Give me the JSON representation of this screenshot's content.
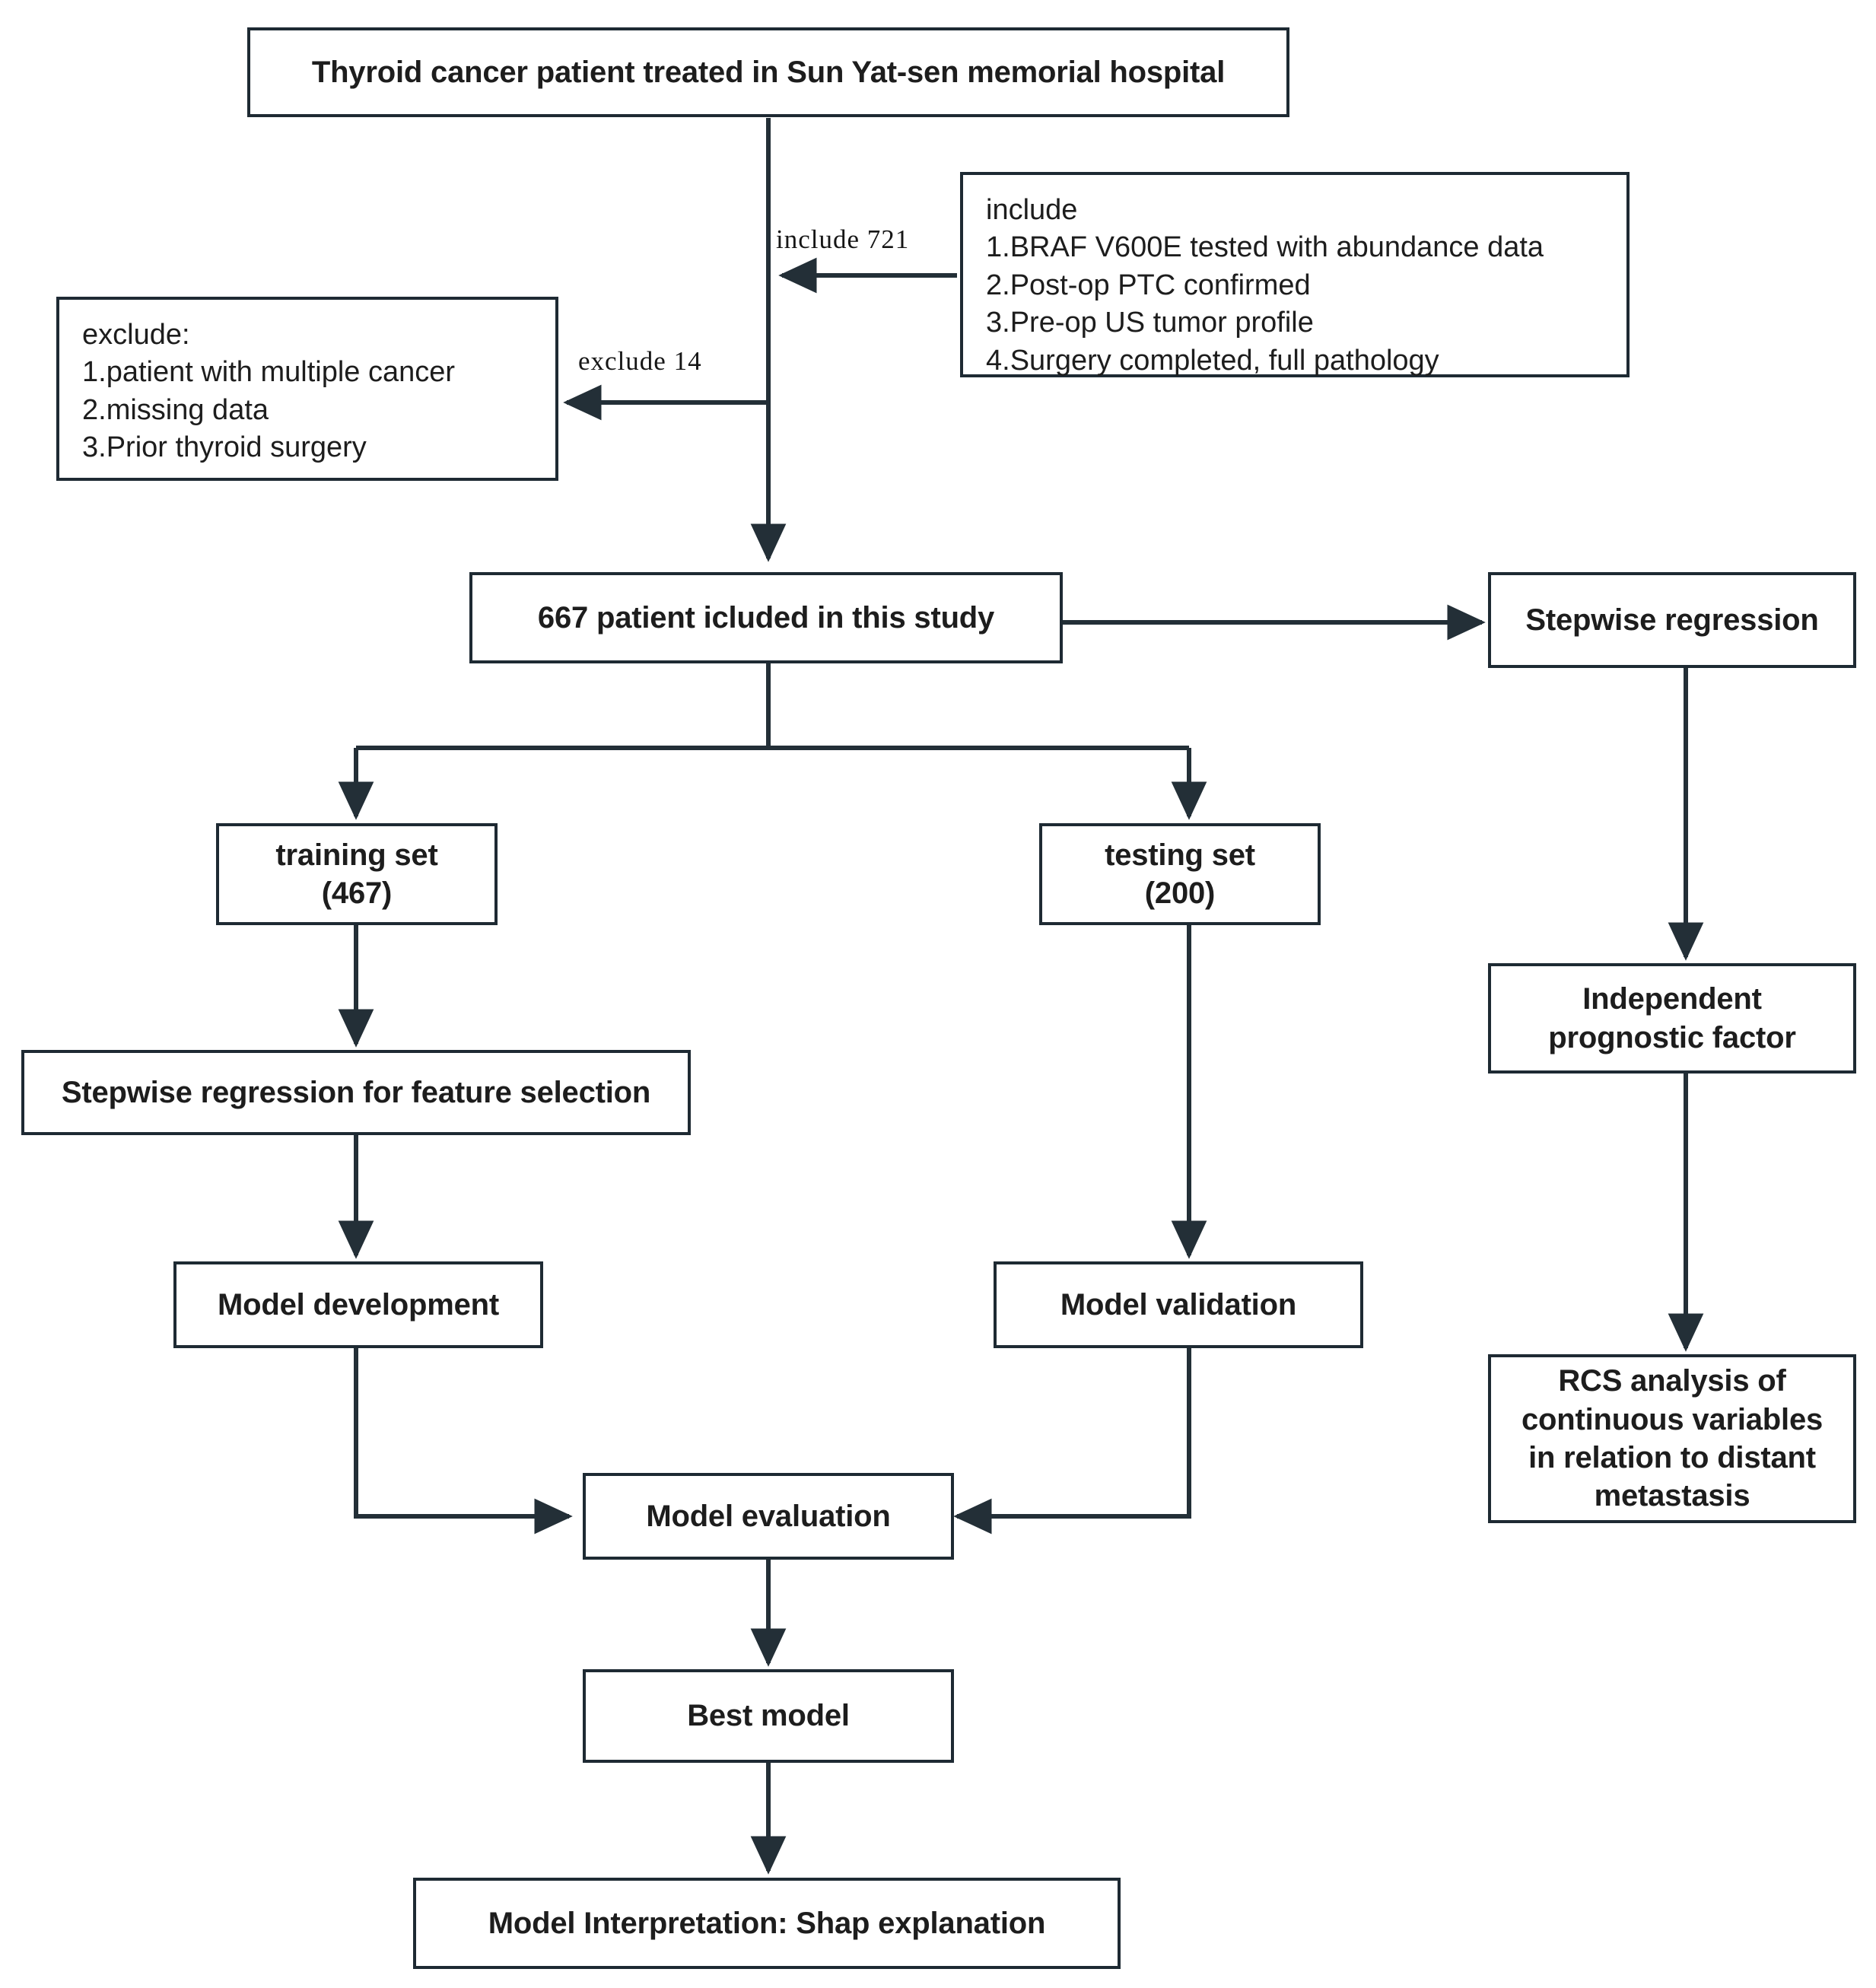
{
  "diagram": {
    "title": "Study participant flow and modeling workflow",
    "stroke_color": "#1e2a33",
    "text_color": "#1d1d1d",
    "background": "#ffffff"
  },
  "nodes": {
    "source_cohort": "Thyroid cancer patient treated in Sun Yat-sen memorial hospital",
    "include_criteria": {
      "heading": "include",
      "items": [
        "1.BRAF V600E tested with abundance data",
        "2.Post-op PTC confirmed",
        "3.Pre-op US tumor profile",
        "4.Surgery completed, full pathology"
      ]
    },
    "exclude_criteria": {
      "heading": "exclude:",
      "items": [
        "1.patient with multiple cancer",
        "2.missing data",
        "3.Prior thyroid surgery"
      ]
    },
    "included_patients": "667 patient icluded in this study",
    "stepwise_regression": "Stepwise regression",
    "independent_prognostic_factor": "Independent\nprognostic factor",
    "rcs_analysis": "RCS analysis of\ncontinuous variables\nin relation to distant\nmetastasis",
    "training_set": "training set\n(467)",
    "testing_set": "testing set\n(200)",
    "feature_selection": "Stepwise regression for feature selection",
    "model_development": "Model development",
    "model_validation": "Model validation",
    "model_evaluation": "Model evaluation",
    "best_model": "Best model",
    "model_interpretation": "Model Interpretation:  Shap explanation"
  },
  "edge_labels": {
    "include_count": "include 721",
    "exclude_count": "exclude 14"
  }
}
